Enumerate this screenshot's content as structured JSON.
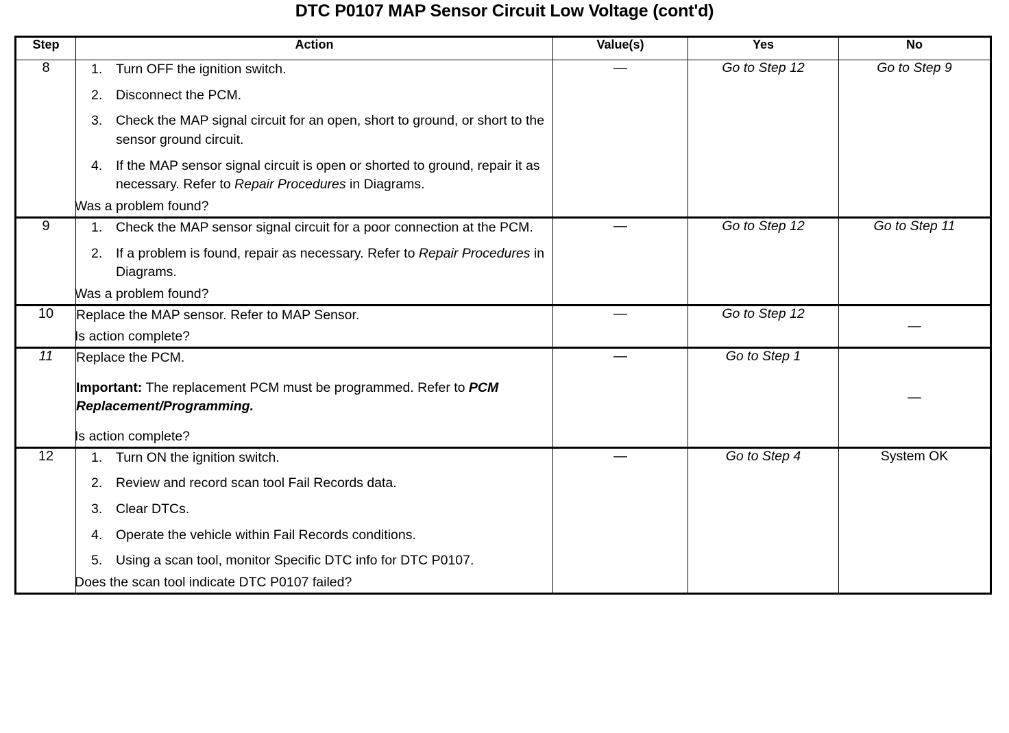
{
  "document": {
    "title": "DTC P0107 MAP Sensor Circuit Low Voltage (cont'd)"
  },
  "table": {
    "headers": {
      "step": "Step",
      "action": "Action",
      "value": "Value(s)",
      "yes": "Yes",
      "no": "No"
    },
    "rows": [
      {
        "step": "8",
        "step_italic": false,
        "list": [
          {
            "marker": "1.",
            "text": "Turn OFF the ignition switch."
          },
          {
            "marker": "2.",
            "text": "Disconnect the PCM."
          },
          {
            "marker": "3.",
            "text": "Check the MAP signal circuit for an open, short to ground, or short to the sensor ground circuit."
          },
          {
            "marker": "4.",
            "pre": "If the MAP sensor signal circuit is open or shorted to ground, repair it as necessary. Refer to ",
            "italic": "Repair Procedures",
            "post": " in Diagrams."
          }
        ],
        "question": "Was a problem found?",
        "value": "—",
        "yes": "Go to Step 12",
        "no": "Go to Step 9",
        "yes_italic": true,
        "no_italic": true
      },
      {
        "step": "9",
        "step_italic": false,
        "list": [
          {
            "marker": "1.",
            "text": "Check the MAP sensor signal circuit for a poor connection at the PCM."
          },
          {
            "marker": "2.",
            "pre": "If a problem is found, repair as necessary. Refer to ",
            "italic": "Repair Procedures",
            "post": " in Diagrams."
          }
        ],
        "question": "Was a problem found?",
        "value": "—",
        "yes": "Go to Step 12",
        "no": "Go to Step 11",
        "yes_italic": true,
        "no_italic": true
      },
      {
        "step": "10",
        "step_italic": false,
        "lines": [
          {
            "text": "Replace the MAP sensor. Refer to MAP Sensor."
          }
        ],
        "question": "Is action complete?",
        "value": "—",
        "yes": "Go to Step 12",
        "no": "—",
        "yes_italic": true,
        "no_italic": false,
        "no_is_dash": true
      },
      {
        "step": "11",
        "step_italic": true,
        "lines": [
          {
            "text": "Replace the PCM."
          },
          {
            "bold_lead": "Important:",
            "pre": " The replacement PCM must be programmed. Refer to ",
            "bolditalic": "PCM Replacement/Programming."
          }
        ],
        "question": "Is action complete?",
        "value": "—",
        "yes": "Go to Step 1",
        "no": "—",
        "yes_italic": true,
        "no_italic": false,
        "no_is_dash": true
      },
      {
        "step": "12",
        "step_italic": false,
        "list": [
          {
            "marker": "1.",
            "text": "Turn ON the ignition switch."
          },
          {
            "marker": "2.",
            "text": "Review and record scan tool Fail Records data."
          },
          {
            "marker": "3.",
            "text": "Clear DTCs."
          },
          {
            "marker": "4.",
            "text": "Operate the vehicle within Fail Records conditions."
          },
          {
            "marker": "5.",
            "text": "Using a scan tool, monitor Specific DTC info for DTC P0107."
          }
        ],
        "question": "Does the scan tool indicate DTC P0107 failed?",
        "value": "—",
        "yes": "Go to Step 4",
        "no": "System OK",
        "yes_italic": true,
        "no_italic": false
      }
    ]
  }
}
